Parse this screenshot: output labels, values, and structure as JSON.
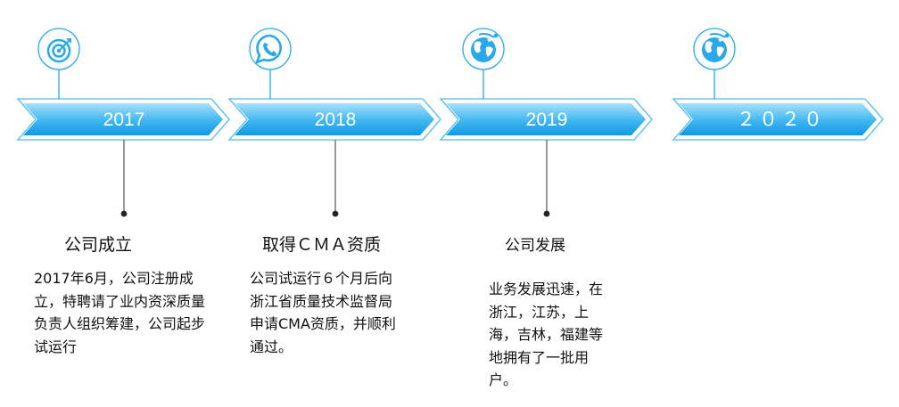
{
  "timeline": [
    {
      "year": "2017",
      "icon": "target-icon",
      "title": "公司成立",
      "description": "2017年6月，公司注册成立，特聘请了业内资深质量负责人组织筹建，公司起步试运行"
    },
    {
      "year": "2018",
      "icon": "phone-chat-icon",
      "title": "取得ＣＭＡ资质",
      "description": "公司试运行６个月后向浙江省质量技术监督局申请CMA资质，并顺利通过。"
    },
    {
      "year": "2019",
      "icon": "globe-icon",
      "title": "公司发展",
      "description": "业务发展迅速，在浙江，江苏，上海，吉林，福建等地拥有了一批用户。"
    },
    {
      "year": "２０２０",
      "icon": "globe-icon",
      "title": "",
      "description": ""
    }
  ],
  "colors": {
    "arrow_light": "#9fdcfa",
    "arrow_dark": "#1ba7ec",
    "arrow_outline": "#4cbcf2",
    "icon": "#29a9ea"
  }
}
